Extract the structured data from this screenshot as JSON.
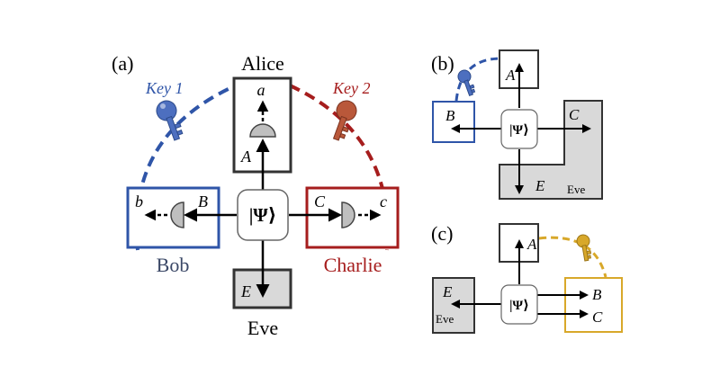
{
  "colors": {
    "alice": "#333333",
    "bob": "#2f55a8",
    "charlie": "#a61d1d",
    "eve_fill": "#d9d9d9",
    "key_blue": "#4d6fbf",
    "key_red": "#b9583a",
    "key_gold": "#d8a82a",
    "detector": "#bfbfbf"
  },
  "icons": [
    "key-icon",
    "detector-icon"
  ],
  "panel_a": {
    "label": "(a)",
    "alice": "Alice",
    "bob": "Bob",
    "charlie": "Charlie",
    "eve": "Eve",
    "key1": "Key 1",
    "key2": "Key 2",
    "state": "|Ψ⟩",
    "sub_A": "A",
    "sub_a": "a",
    "sub_B": "B",
    "sub_b": "b",
    "sub_C": "C",
    "sub_c": "c",
    "sub_E": "E"
  },
  "panel_b": {
    "label": "(b)",
    "state": "|Ψ⟩",
    "sub_A": "A",
    "sub_B": "B",
    "sub_C": "C",
    "sub_E": "E",
    "eve": "Eve"
  },
  "panel_c": {
    "label": "(c)",
    "state": "|Ψ⟩",
    "sub_A": "A",
    "sub_B": "B",
    "sub_C": "C",
    "sub_E": "E",
    "eve": "Eve"
  }
}
